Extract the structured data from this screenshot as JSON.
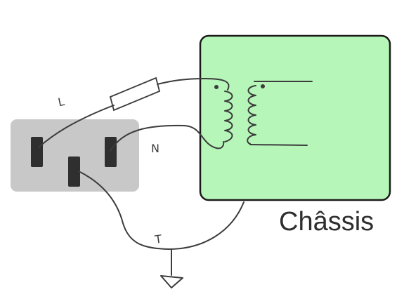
{
  "labels": {
    "line": "L",
    "neutral": "N",
    "earth": "T",
    "chassis": "Châssis"
  },
  "colors": {
    "chassis_fill": "#b6f7b9",
    "chassis_stroke": "#1a1a1a",
    "socket_fill": "#c8c8c8",
    "pin_fill": "#2f2f2f",
    "wire": "#3c3c3c"
  },
  "icons": {
    "socket": "power-socket-icon",
    "fuse": "fuse-icon",
    "transformer": "transformer-icon",
    "ground": "ground-symbol-icon"
  }
}
